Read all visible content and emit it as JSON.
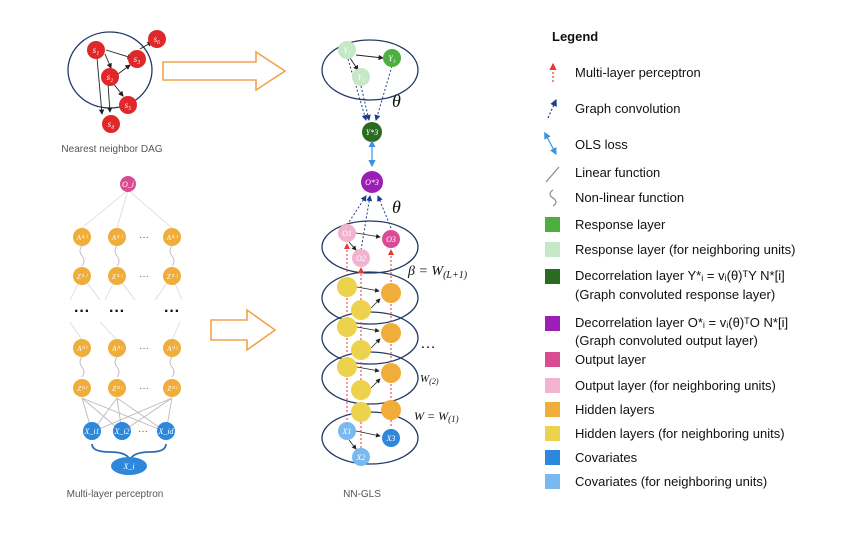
{
  "left_panel": {
    "dag_caption": "Nearest neighbor DAG",
    "mlp_caption": "Multi-layer perceptron",
    "dag_nodes": [
      "s1",
      "s2",
      "s3",
      "s4",
      "s5",
      "s6"
    ],
    "output_node": "O_i",
    "ellipsis": "···",
    "covariate_nodes": [
      "X_i1",
      "X_i2",
      "X_id"
    ],
    "input_node": "X_i"
  },
  "middle_panel": {
    "caption": "NN-GLS",
    "top_nodes": [
      "Y1",
      "Y2",
      "Y3"
    ],
    "decor_response_node": "Y*3",
    "decor_output_node": "O*3",
    "theta_label": "θ",
    "output_nodes": [
      "O1",
      "O2",
      "O3"
    ],
    "beta_label": "β = W",
    "beta_subscript": "(L+1)",
    "w2_label": "W",
    "w2_subscript": "(2)",
    "w1_label": "W = W",
    "w1_subscript": "(1)",
    "ellipsis": "…",
    "covariate_nodes": [
      "X1",
      "X2",
      "X3"
    ]
  },
  "legend": {
    "title": "Legend",
    "items": [
      {
        "key": "mlp",
        "label": "Multi-layer perceptron"
      },
      {
        "key": "graph-conv",
        "label": "Graph convolution"
      },
      {
        "key": "ols",
        "label": "OLS loss"
      },
      {
        "key": "linear",
        "label": "Linear function"
      },
      {
        "key": "nonlinear",
        "label": "Non-linear function"
      },
      {
        "key": "response",
        "label": "Response layer",
        "color": "#4caf3f"
      },
      {
        "key": "response-nb",
        "label": "Response layer (for neighboring units)",
        "color": "#c5e8c6"
      },
      {
        "key": "decor-response",
        "label": "Decorrelation layer Y*ᵢ = vᵢ(θ)ᵀY N*[i]",
        "label2": "(Graph convoluted response layer)",
        "color": "#2a6b22"
      },
      {
        "key": "decor-output",
        "label": "Decorrelation layer O*ᵢ = vᵢ(θ)ᵀO N*[i]",
        "label2": "(Graph convoluted output layer)",
        "color": "#9b1fb5"
      },
      {
        "key": "output",
        "label": "Output layer",
        "color": "#d94b93"
      },
      {
        "key": "output-nb",
        "label": "Output layer (for neighboring units)",
        "color": "#f1b3d0"
      },
      {
        "key": "hidden",
        "label": "Hidden layers",
        "color": "#f0ad3a"
      },
      {
        "key": "hidden-nb",
        "label": "Hidden layers (for neighboring units)",
        "color": "#ecd24d"
      },
      {
        "key": "cov",
        "label": "Covariates",
        "color": "#2d87db"
      },
      {
        "key": "cov-nb",
        "label": "Covariates (for neighboring units)",
        "color": "#7ab9f0"
      }
    ]
  },
  "colors": {
    "red_node": "#e0282b",
    "arrow_orange": "#f4a24a",
    "mlp_arrow": "#e53935",
    "graph_arrow": "#1f3f88",
    "ols_arrow": "#3a92e0"
  }
}
